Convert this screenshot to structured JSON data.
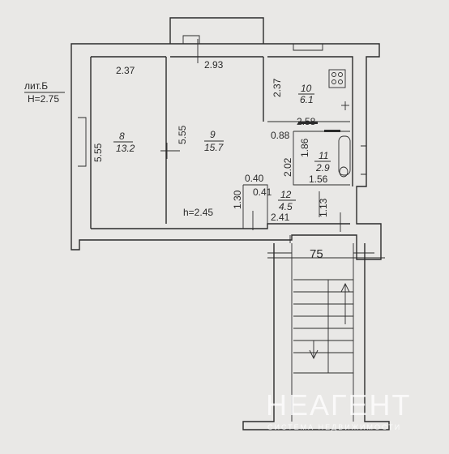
{
  "building_label": "лит.Б",
  "height_label": "H=2.75",
  "rooms": [
    {
      "id": "room-8",
      "number": "8",
      "area": "13.2"
    },
    {
      "id": "room-9",
      "number": "9",
      "area": "15.7"
    },
    {
      "id": "room-10",
      "number": "10",
      "area": "6.1"
    },
    {
      "id": "room-11",
      "number": "11",
      "area": "2.9"
    },
    {
      "id": "room-12",
      "number": "12",
      "area": "4.5"
    }
  ],
  "dimensions": {
    "d_237_left": "2.37",
    "d_293": "2.93",
    "d_237_kitchen": "2.37",
    "d_555_left": "5.55",
    "d_555_mid": "5.55",
    "d_258": "2.58",
    "d_088": "0.88",
    "d_186": "1.86",
    "d_202": "2.02",
    "d_156": "1.56",
    "d_040": "0.40",
    "d_041": "0.41",
    "d_130": "1.30",
    "d_113": "1.13",
    "d_241": "2.41",
    "ceiling_h": "h=2.45",
    "stair_75": "75"
  },
  "watermark": {
    "brand": "НЕАГЕНТ",
    "tagline": "СИСТЕМА НЕДВИЖИМОСТИ"
  }
}
